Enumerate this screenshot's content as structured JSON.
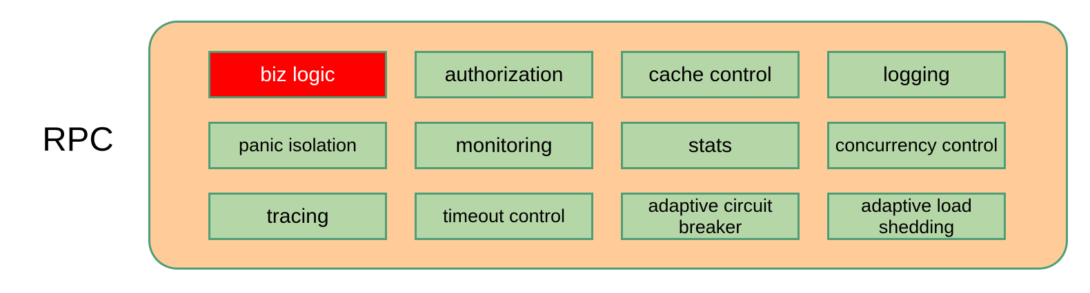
{
  "diagram": {
    "side_label": "RPC",
    "container": {
      "fill_color": "#ffcc99",
      "border_color": "#4d9e77"
    },
    "box_style": {
      "fill_color": "#b5d6a7",
      "border_color": "#4d9e77",
      "highlight_fill_color": "#ff0000",
      "highlight_text_color": "#ffffff"
    },
    "rows": [
      {
        "cells": [
          {
            "label": "biz logic",
            "highlighted": true
          },
          {
            "label": "authorization",
            "highlighted": false
          },
          {
            "label": "cache control",
            "highlighted": false
          },
          {
            "label": "logging",
            "highlighted": false
          }
        ]
      },
      {
        "cells": [
          {
            "label": "panic isolation",
            "highlighted": false
          },
          {
            "label": "monitoring",
            "highlighted": false
          },
          {
            "label": "stats",
            "highlighted": false
          },
          {
            "label": "concurrency control",
            "highlighted": false
          }
        ]
      },
      {
        "cells": [
          {
            "label": "tracing",
            "highlighted": false
          },
          {
            "label": "timeout control",
            "highlighted": false
          },
          {
            "label": "adaptive circuit breaker",
            "highlighted": false
          },
          {
            "label": "adaptive load shedding",
            "highlighted": false
          }
        ]
      }
    ]
  }
}
